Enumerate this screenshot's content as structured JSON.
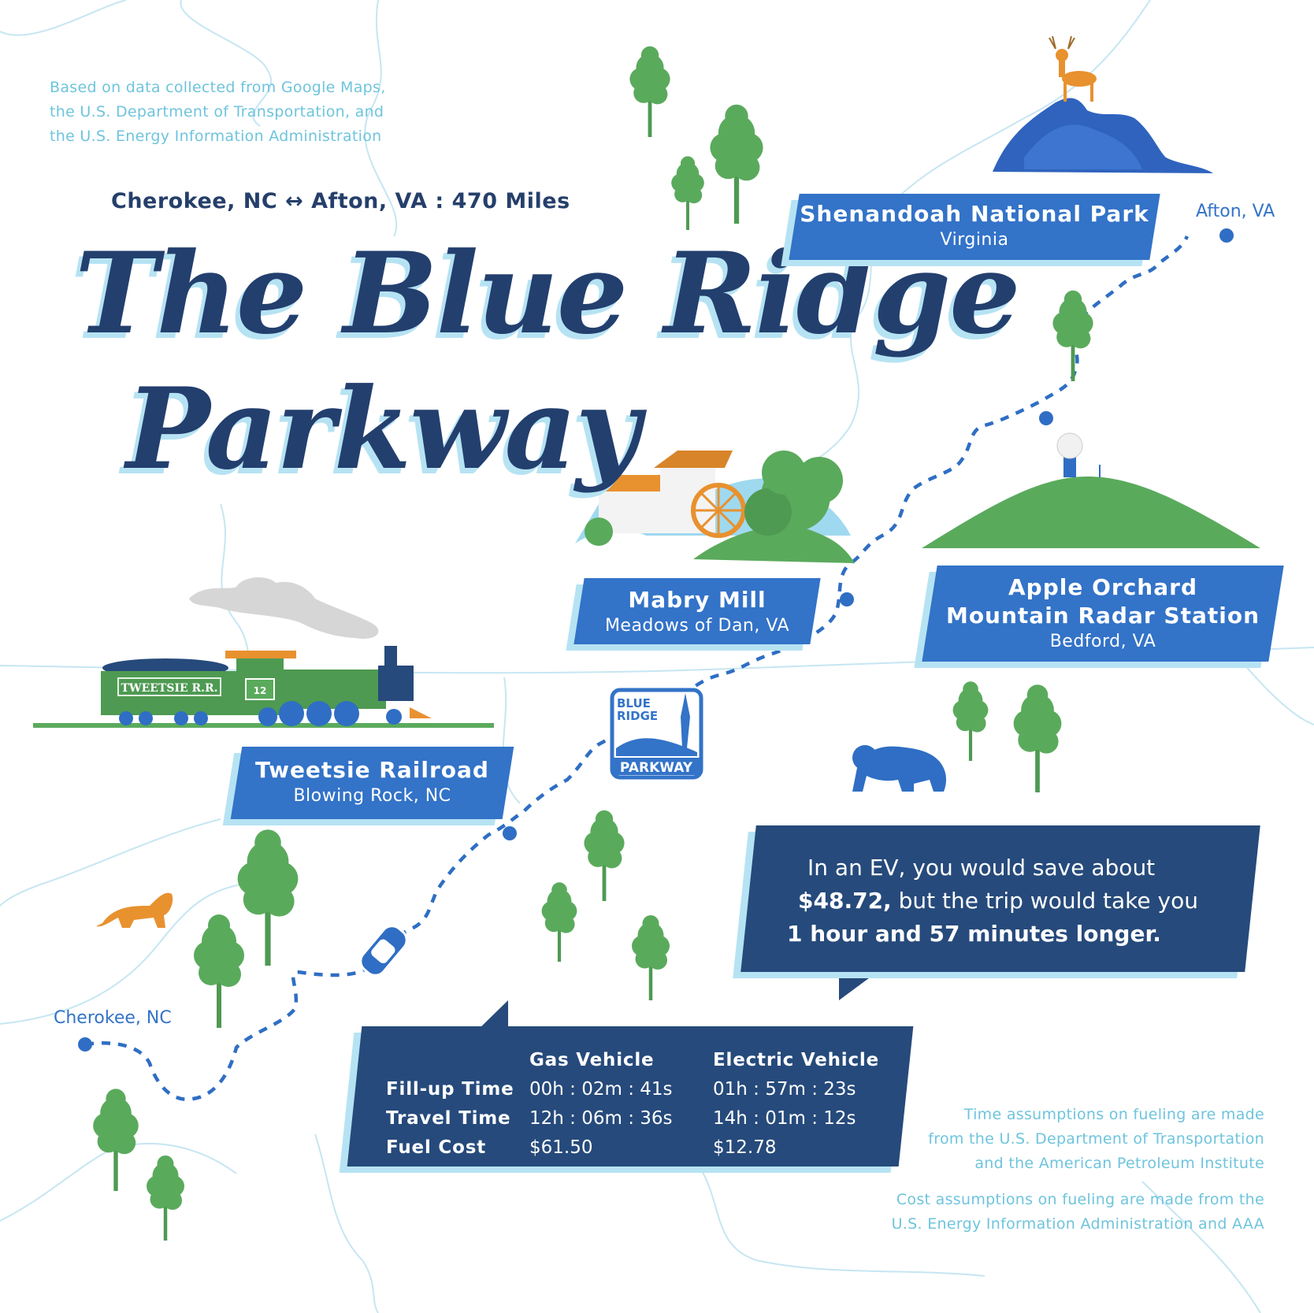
{
  "source_note": "Based on data collected from Google Maps, the U.S. Department of Transportation, and the U.S. Energy Information Administration",
  "route": {
    "from": "Cherokee, NC",
    "arrow": "↔",
    "to": "Afton, VA",
    "separator": ":",
    "distance": "470 Miles"
  },
  "title": {
    "line1": "The Blue Ridge",
    "line2": "Parkway"
  },
  "cities": {
    "start": "Cherokee, NC",
    "end": "Afton, VA"
  },
  "stops": [
    {
      "name": "Shenandoah National Park",
      "location": "Virginia"
    },
    {
      "name": "Mabry Mill",
      "location": "Meadows of Dan, VA"
    },
    {
      "name": "Apple Orchard Mountain Radar Station",
      "name_line1": "Apple Orchard",
      "name_line2": "Mountain Radar Station",
      "location": "Bedford, VA"
    },
    {
      "name": "Tweetsie Railroad",
      "location": "Blowing Rock, NC"
    }
  ],
  "train": {
    "tender_text": "TWEETSIE R.R.",
    "cab_number": "12"
  },
  "parkway_sign": {
    "line1": "BLUE",
    "line2": "RIDGE",
    "line3": "PARKWAY"
  },
  "ev_summary": {
    "line1": "In an EV, you would save about",
    "amount": "$48.72,",
    "line2_rest": "but the trip would take you",
    "line3": "1 hour and 57 minutes longer."
  },
  "comparison": {
    "columns": [
      "Gas Vehicle",
      "Electric Vehicle"
    ],
    "rows": [
      {
        "label": "Fill-up Time",
        "gas": "00h : 02m : 41s",
        "ev": "01h : 57m : 23s"
      },
      {
        "label": "Travel Time",
        "gas": "12h : 06m : 36s",
        "ev": "14h : 01m : 12s"
      },
      {
        "label": "Fuel Cost",
        "gas": "$61.50",
        "ev": "$12.78"
      }
    ]
  },
  "footnotes": {
    "time_lines": [
      "Time assumptions on fueling are made",
      "from the U.S. Department of Transportation",
      "and the American Petroleum Institute"
    ],
    "cost_lines": [
      "Cost assumptions on fueling are made from the",
      "U.S. Energy Information Administration and AAA"
    ]
  },
  "colors": {
    "navy": "#253f6b",
    "banner_blue": "#3373c8",
    "dark_panel": "#264a7b",
    "light_blue": "#b6e3f3",
    "note_blue": "#6fc4dd",
    "tree_green": "#5aaa5c",
    "trunk_green": "#4e9a52",
    "orange": "#e8912f"
  },
  "icons": [
    "deer-icon",
    "tree-icon",
    "mill-icon",
    "radar-mountain-icon",
    "train-icon",
    "bear-icon",
    "mountain-lion-icon",
    "car-icon",
    "parkway-sign-icon"
  ]
}
